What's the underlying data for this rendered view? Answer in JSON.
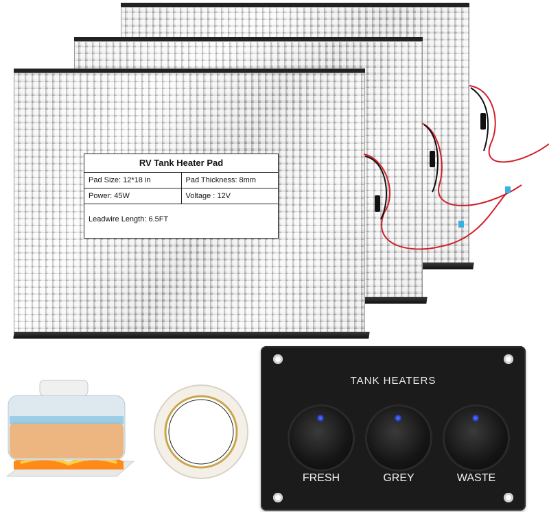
{
  "label": {
    "title": "RV Tank Heater Pad",
    "pad_size": "Pad Size: 12*18 in",
    "pad_thickness": "Pad Thickness: 8mm",
    "power": "Power: 45W",
    "voltage": "Voltage : 12V",
    "leadwire": "Leadwire Length: 6.5FT"
  },
  "panel": {
    "title": "TANK HEATERS",
    "switches": [
      "FRESH",
      "GREY",
      "WASTE"
    ]
  },
  "colors": {
    "panel": "#1b1b1b",
    "led": "#3a55e0",
    "wire_red": "#d21f2b",
    "flame": "#ff8a1a"
  }
}
